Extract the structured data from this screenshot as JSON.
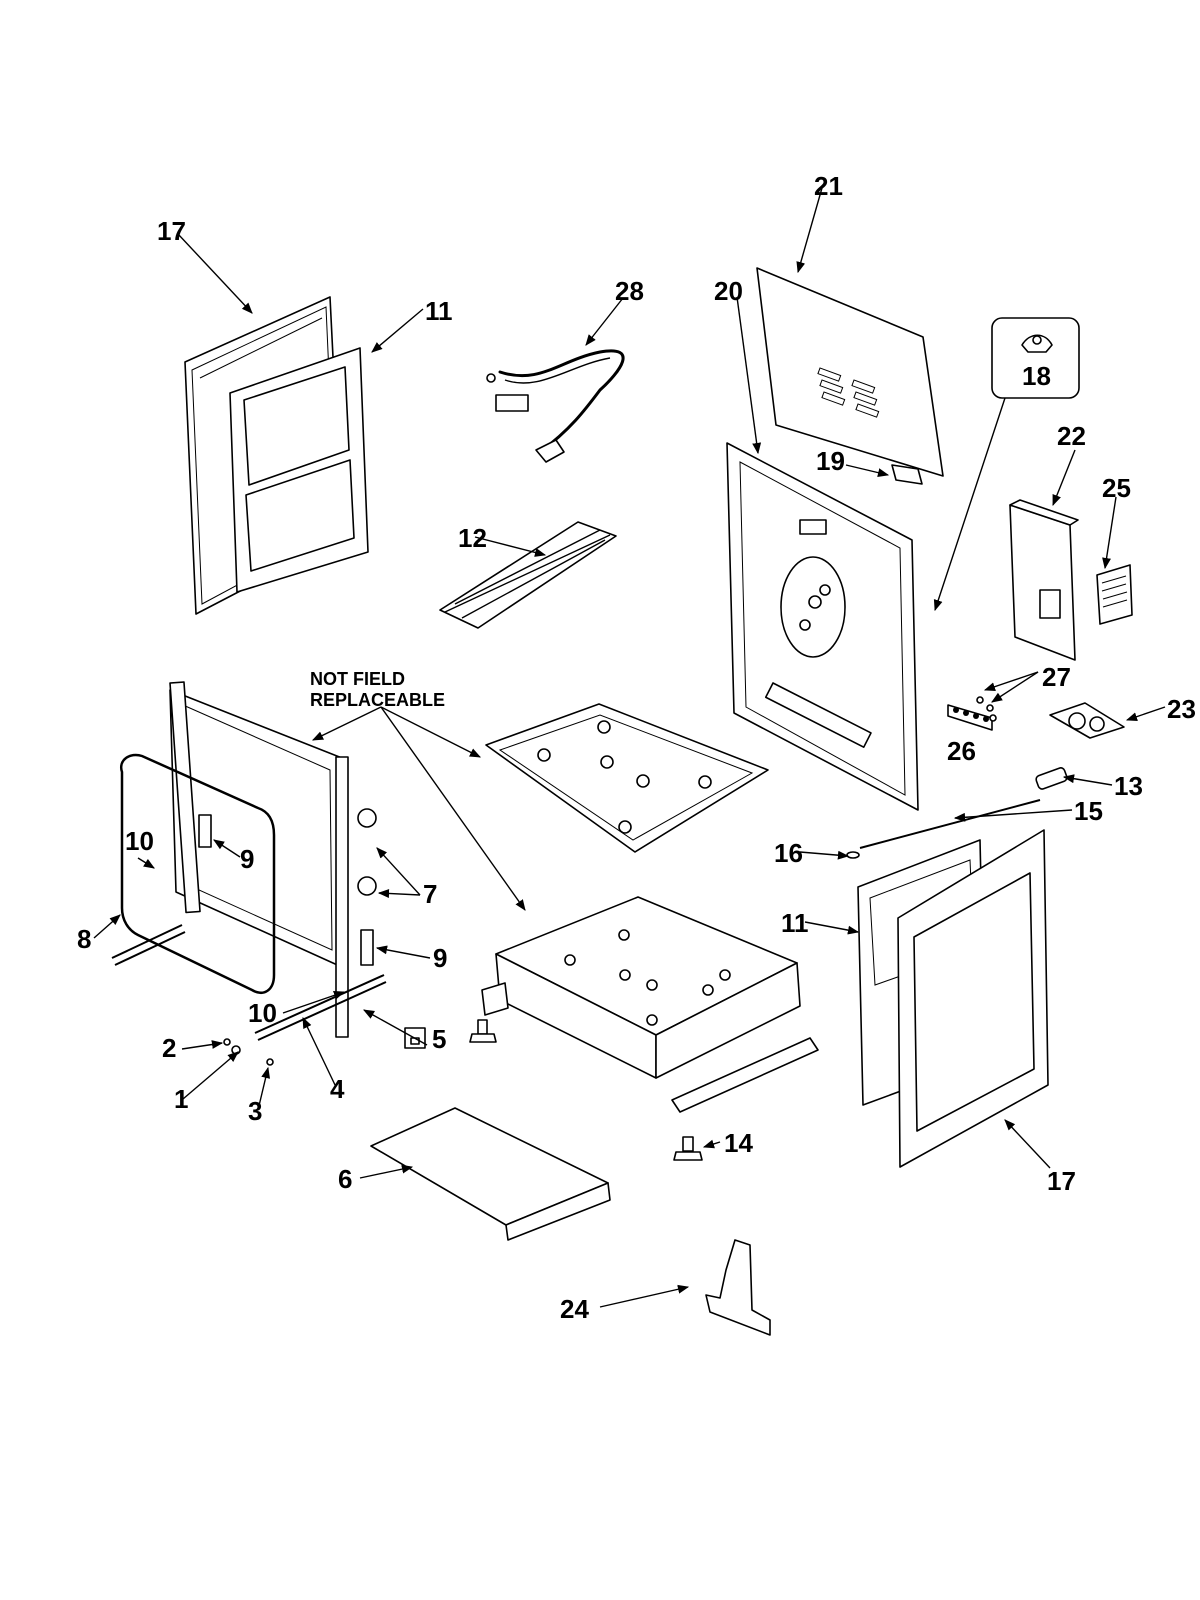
{
  "note": {
    "line1": "NOT FIELD",
    "line2": "REPLACEABLE"
  },
  "callouts": [
    "1",
    "2",
    "3",
    "4",
    "5",
    "6",
    "7",
    "8",
    "9",
    "9",
    "10",
    "10",
    "11",
    "11",
    "12",
    "13",
    "14",
    "15",
    "16",
    "17",
    "17",
    "18",
    "19",
    "20",
    "21",
    "22",
    "23",
    "24",
    "25",
    "26",
    "27",
    "28"
  ]
}
